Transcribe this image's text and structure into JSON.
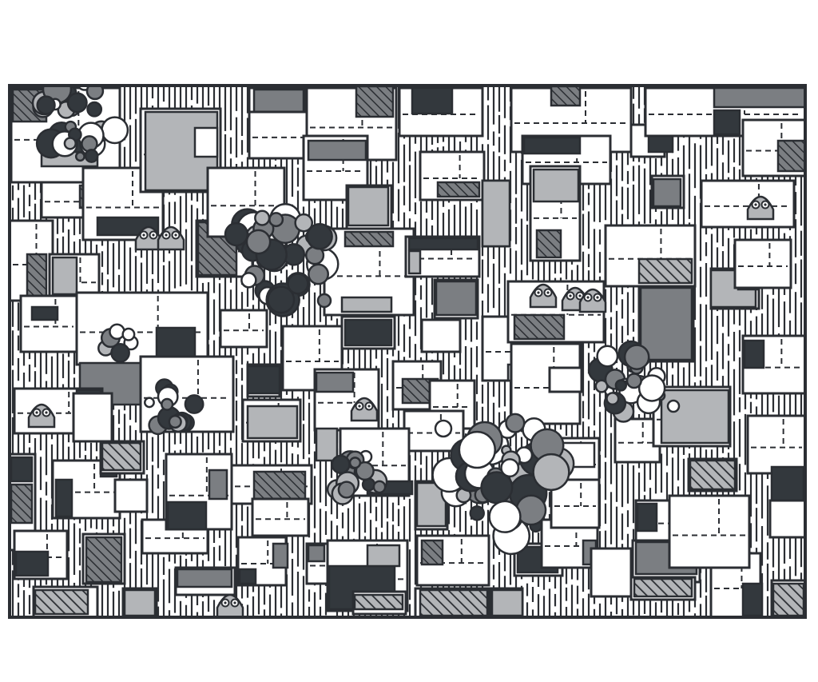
{
  "palette": {
    "ink": "#2b2e33",
    "dark": "#33383d",
    "mid": "#7b7e82",
    "light": "#b3b5b8",
    "paper": "#ffffff"
  },
  "figures": [
    {
      "kind": "peeking-creature"
    },
    {
      "kind": "peeking-creature"
    },
    {
      "kind": "peeking-creature"
    },
    {
      "kind": "peeking-creature"
    },
    {
      "kind": "peeking-creature"
    },
    {
      "kind": "peeking-creature"
    },
    {
      "kind": "peeking-creature"
    },
    {
      "kind": "peeking-creature"
    }
  ]
}
